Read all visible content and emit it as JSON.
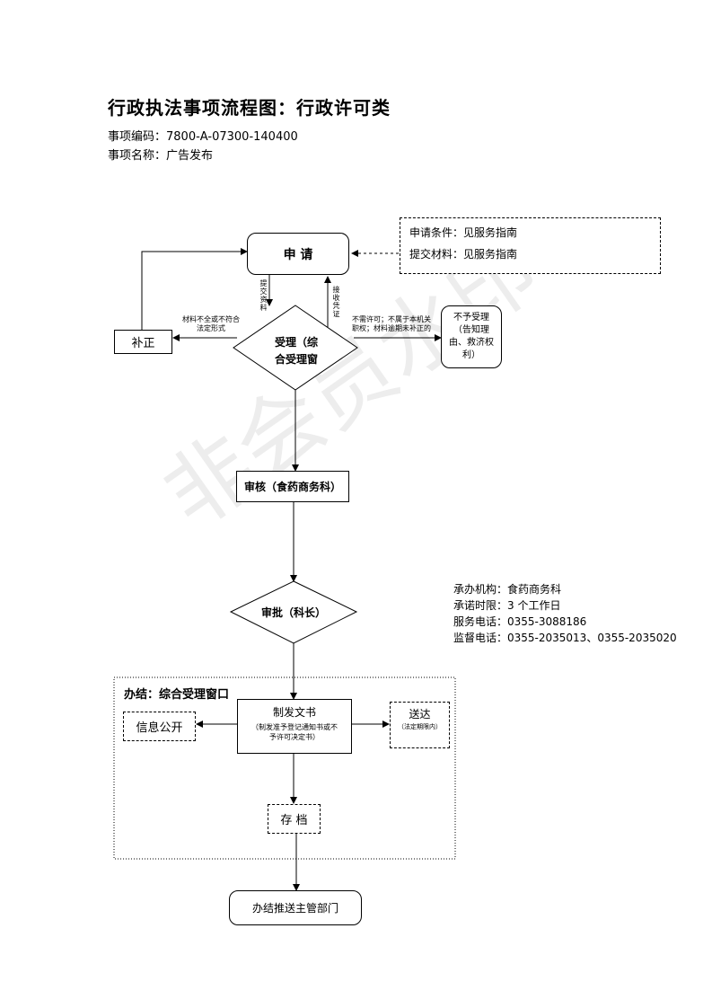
{
  "header": {
    "title": "行政执法事项流程图：行政许可类",
    "code_label": "事项编码：",
    "code_value": "7800-A-07300-140400",
    "name_label": "事项名称：",
    "name_value": "广告发布"
  },
  "watermark": "非会员水印",
  "flow": {
    "apply": "申 请",
    "conditions_1": "申请条件：见服务指南",
    "conditions_2": "提交材料：见服务指南",
    "submit_materials": "提交资料",
    "receive_voucher": "接收凭证",
    "accept_line1": "受理（综",
    "accept_line2": "合受理窗",
    "supplement": "补正",
    "supplement_note_1": "材料不全或不符合",
    "supplement_note_2": "法定形式",
    "reject_note_1": "不需许可；不属于本机关",
    "reject_note_2": "职权；材料逾期未补正的",
    "reject_box": "不予受理（告知理由、救济权利）",
    "review": "审核（食药商务科）",
    "approve": "审批（科长）",
    "finish_area": "办结：综合受理窗口",
    "issue_title": "制发文书",
    "issue_note": "（制发准予登记通知书或不予许可决定书）",
    "publicity": "信息公开",
    "deliver": "送达",
    "deliver_note": "（法定期限内）",
    "archive": "存 档",
    "push": "办结推送主管部门"
  },
  "info": {
    "org": "承办机构：食药商务科",
    "time_limit": "承诺时限：3 个工作日",
    "service_phone": "服务电话：0355-3088186",
    "supervise_phone": "监督电话：0355-2035013、0355-2035020"
  }
}
